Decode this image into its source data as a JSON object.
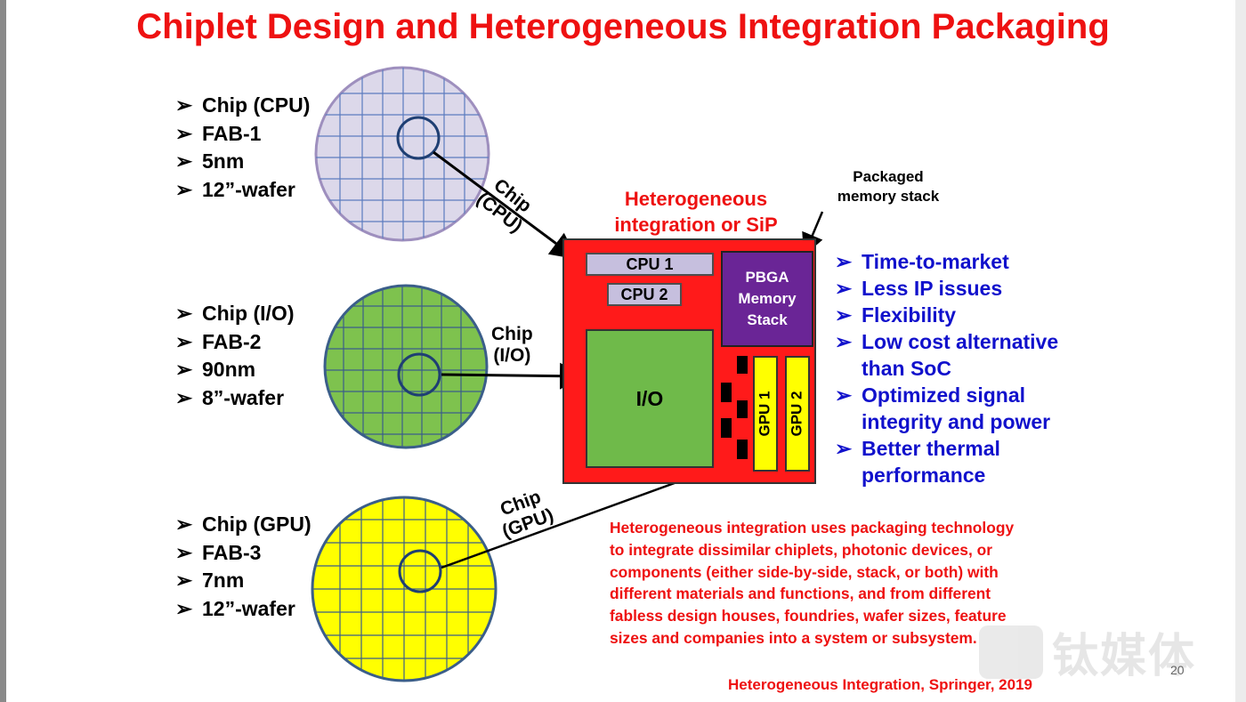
{
  "title": "Chiplet Design and Heterogeneous Integration Packaging",
  "bullet_marker": "➢",
  "wafers": {
    "cpu": {
      "bullets": [
        "Chip (CPU)",
        "FAB-1",
        "5nm",
        "12”-wafer"
      ],
      "label_line1": "Chip",
      "label_line2": "(CPU)",
      "fill": "#dcd8ea",
      "edge": "#9e8fbe",
      "grid": "#5b7bbf"
    },
    "io": {
      "bullets": [
        "Chip (I/O)",
        "FAB-2",
        "90nm",
        "8”-wafer"
      ],
      "label_line1": "Chip",
      "label_line2": "(I/O)",
      "fill": "#7ec24e",
      "edge": "#3b5e8a",
      "grid": "#3b5e8a"
    },
    "gpu": {
      "bullets": [
        "Chip (GPU)",
        "FAB-3",
        "7nm",
        "12”-wafer"
      ],
      "label_line1": "Chip",
      "label_line2": "(GPU)",
      "fill": "#ffff00",
      "edge": "#3b5e8a",
      "grid": "#3b5e8a"
    }
  },
  "package": {
    "heading_line1": "Heterogeneous",
    "heading_line2": "integration or SiP",
    "memory_callout_line1": "Packaged",
    "memory_callout_line2": "memory stack",
    "cpu1": "CPU 1",
    "cpu2": "CPU 2",
    "pbga_line1": "PBGA",
    "pbga_line2": "Memory",
    "pbga_line3": "Stack",
    "io": "I/O",
    "gpu1": "GPU 1",
    "gpu2": "GPU 2",
    "substrate_color": "#ff1a1a",
    "pbga_color": "#6a2596"
  },
  "benefits": [
    "Time-to-market",
    "Less IP issues",
    "Flexibility",
    "Low cost alternative",
    "than SoC",
    "Optimized signal",
    "integrity and power",
    "Better thermal",
    "performance"
  ],
  "definition": [
    "Heterogeneous integration uses packaging technology",
    "to integrate dissimilar chiplets, photonic devices, or",
    "components (either side-by-side, stack, or both) with",
    "different materials and functions, and from different",
    "fabless design houses, foundries, wafer sizes, feature",
    "sizes and companies into a system or subsystem."
  ],
  "citation": "Heterogeneous Integration, Springer, 2019",
  "page_number": "20",
  "watermark": "钛媒体"
}
